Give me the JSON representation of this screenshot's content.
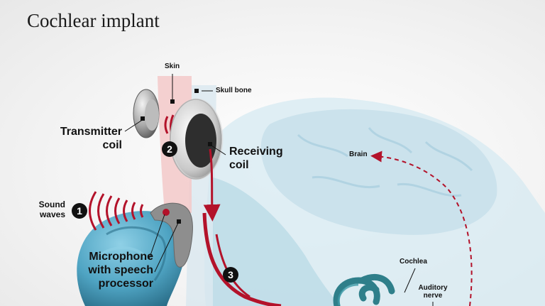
{
  "title": "Cochlear implant",
  "labels": {
    "skin": "Skin",
    "skull_bone": "Skull bone",
    "transmitter_coil_line1": "Transmitter",
    "transmitter_coil_line2": "coil",
    "receiving_coil_line1": "Receiving",
    "receiving_coil_line2": "coil",
    "sound_waves_line1": "Sound",
    "sound_waves_line2": "waves",
    "microphone_line1": "Microphone",
    "microphone_line2": "with speech",
    "microphone_line3": "processor",
    "brain": "Brain",
    "cochlea": "Cochlea",
    "auditory_nerve_line1": "Auditory",
    "auditory_nerve_line2": "nerve"
  },
  "steps": [
    "1",
    "2",
    "3"
  ],
  "colors": {
    "signal_red": "#b3122a",
    "skin_pink": "#f3c9c9",
    "anatomy_blue": "#c9e1ec",
    "ear_blue": "#4fa4c3",
    "cochlea_teal": "#2f7f8a"
  }
}
